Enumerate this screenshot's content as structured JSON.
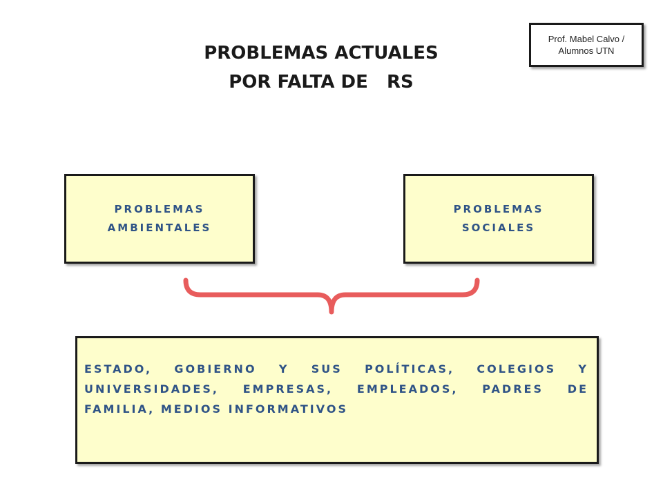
{
  "credit": {
    "line1": "Prof. Mabel Calvo /",
    "line2": "Alumnos UTN"
  },
  "title": {
    "line1": "PROBLEMAS ACTUALES",
    "line2": "POR FALTA DE   RS"
  },
  "boxes": {
    "environmental": {
      "line1": "PROBLEMAS",
      "line2": "AMBIENTALES"
    },
    "social": {
      "line1": "PROBLEMAS",
      "line2": "SOCIALES"
    },
    "actors": {
      "text": "ESTADO, GOBIERNO Y SUS POLÍTICAS, COLEGIOS Y UNIVERSIDADES, EMPRESAS, EMPLEADOS, PADRES DE FAMILIA, MEDIOS INFORMATIVOS"
    }
  },
  "colors": {
    "box_fill": "#fefecc",
    "box_text": "#2f5386",
    "brace": "#e85c5c"
  }
}
